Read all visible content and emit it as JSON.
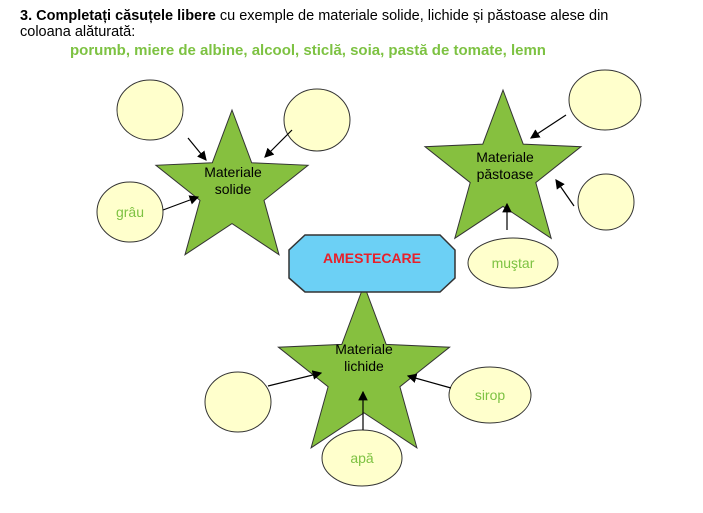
{
  "instructions": {
    "number": "3.",
    "bold": "Completați căsuțele libere",
    "rest": " cu exemple de materiale solide, lichide și păstoase alese din",
    "line2": "coloana alăturată:",
    "options": "porumb, miere de albine, alcool, sticlă, soia, pastă de tomate, lemn"
  },
  "center": {
    "label": "AMESTECARE",
    "fill": "#6cd0f5",
    "text_color": "#e8202a"
  },
  "stars": {
    "solide": {
      "line1": "Materiale",
      "line2": "solide"
    },
    "pastoase": {
      "line1": "Materiale",
      "line2": "păstoase"
    },
    "lichide": {
      "line1": "Materiale",
      "line2": "lichide"
    },
    "fill": "#86c03f"
  },
  "answers": {
    "grau": "grâu",
    "mustar": "muştar",
    "sirop": "sirop",
    "apa": "apă"
  },
  "ellipse_fill": "#ffffcc",
  "answer_color": "#7dc242"
}
